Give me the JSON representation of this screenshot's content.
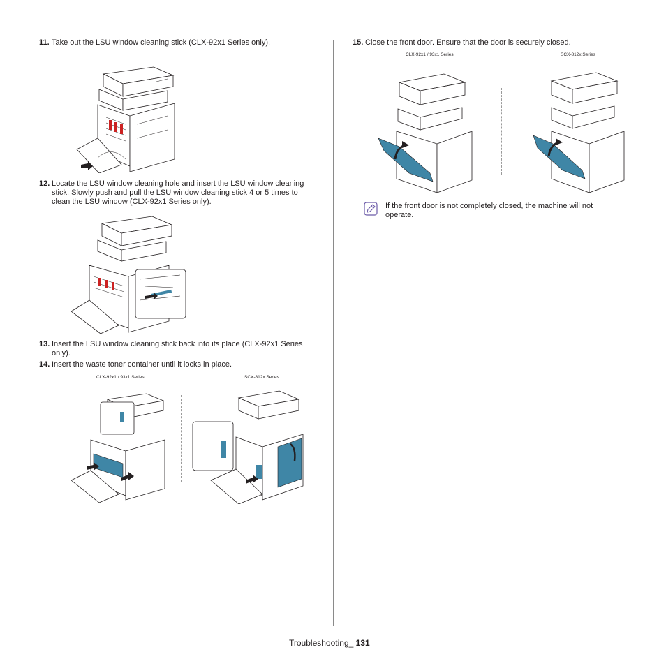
{
  "steps": {
    "s11": {
      "num": "11.",
      "text": "Take out the LSU window cleaning stick (CLX-92x1 Series only)."
    },
    "s12": {
      "num": "12.",
      "text": "Locate the LSU window cleaning hole and insert the LSU window cleaning stick. Slowly push and pull the LSU window cleaning stick 4 or 5 times to clean the LSU window (CLX-92x1 Series only)."
    },
    "s13": {
      "num": "13.",
      "text": "Insert the LSU window cleaning stick back into its place (CLX-92x1 Series only)."
    },
    "s14": {
      "num": "14.",
      "text": "Insert the waste toner container until it locks in place."
    },
    "s15": {
      "num": "15.",
      "text": "Close the front door. Ensure that the door is securely closed."
    }
  },
  "captions": {
    "clx_left": "CLX-92x1 / 93x1 Series",
    "scx_left": "SCX-812x Series",
    "clx_right": "CLX-92x1 / 93x1 Series",
    "scx_right": "SCX-812x Series"
  },
  "note": {
    "icon": "note-pencil-icon",
    "text": "If the front door is not completely closed, the machine will not operate."
  },
  "footer": {
    "section": "Troubleshooting_",
    "page": "131"
  },
  "colors": {
    "accent_blue": "#3f86a6",
    "note_icon": "#6b5aa8"
  }
}
